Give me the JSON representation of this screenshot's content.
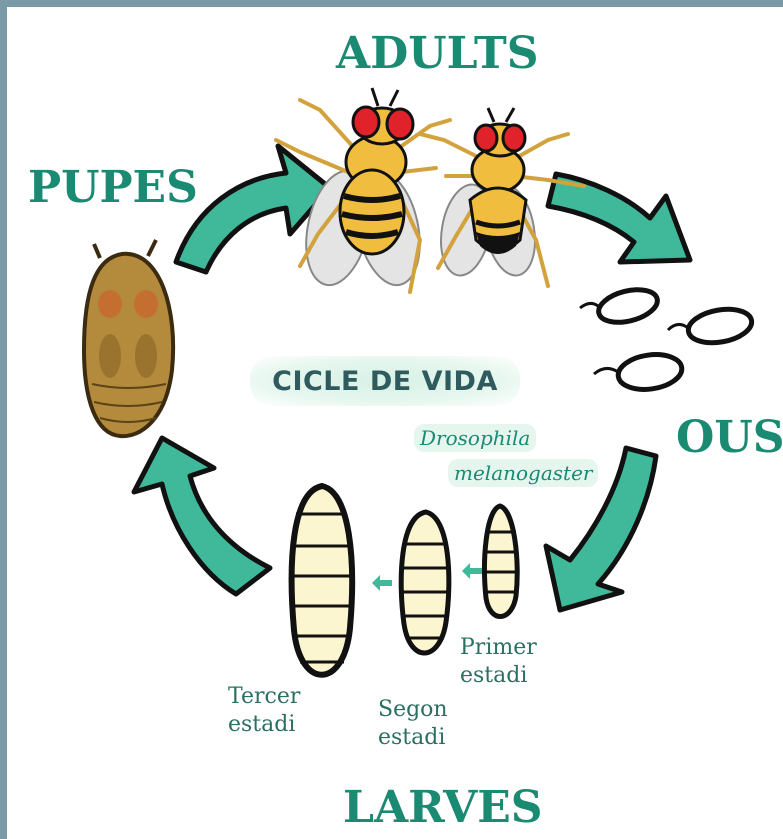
{
  "stages": {
    "adults": "ADULTS",
    "pupes": "PUPES",
    "ous": "OUS",
    "larves": "LARVES"
  },
  "center_title": "CICLE DE VIDA",
  "species": {
    "genus": "Drosophila",
    "epithet": "melanogaster"
  },
  "larval_stages": [
    {
      "line1": "Primer",
      "line2": "estadi"
    },
    {
      "line1": "Segon",
      "line2": "estadi"
    },
    {
      "line1": "Tercer",
      "line2": "estadi"
    }
  ],
  "colors": {
    "arrow_fill": "#3fb99a",
    "label_green": "#1a8a72",
    "frame": "#7a9aa6",
    "fly_body": "#f1bd3f",
    "fly_eye": "#e0222a",
    "pupa": "#b48a3c",
    "larva": "#fbf6cf"
  }
}
